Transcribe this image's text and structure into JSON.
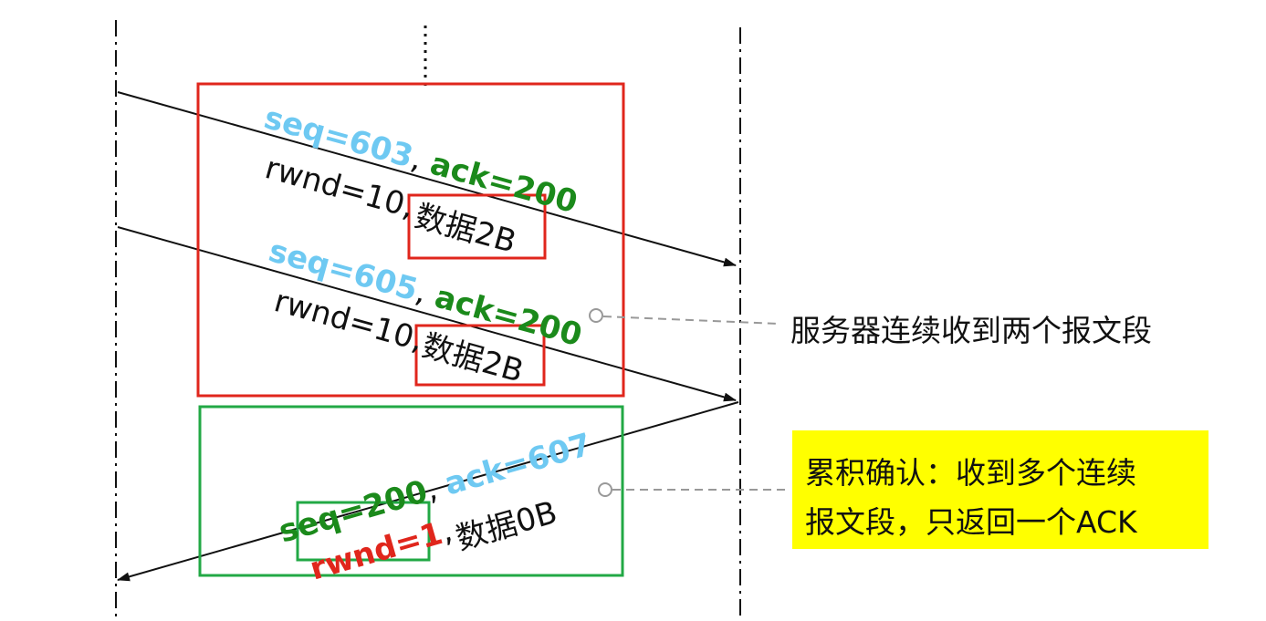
{
  "segment1": {
    "seq": "seq=603",
    "sep1": ",",
    "ack": "ack=200",
    "rwnd": "rwnd=10,",
    "data": "数据2B"
  },
  "segment2": {
    "seq": "seq=605",
    "sep1": ",",
    "ack": "ack=200",
    "rwnd": "rwnd=10,",
    "data": "数据2B"
  },
  "segment3": {
    "seq": "seq=200",
    "sep1": ",",
    "ack": "ack=607",
    "rwnd": "rwnd=1",
    "sep2": ",",
    "data": "数据0B"
  },
  "notes": {
    "server_received": "服务器连续收到两个报文段",
    "cumulative_line1": "累积确认：收到多个连续",
    "cumulative_line2": "报文段，只返回一个ACK"
  },
  "colors": {
    "seq_blue": "#6ec9f2",
    "ack_green": "#1b8a1b",
    "rwnd_red": "#e0261c",
    "box_red": "#e0261c",
    "box_green": "#22a845",
    "highlight_yellow": "#ffff00"
  }
}
